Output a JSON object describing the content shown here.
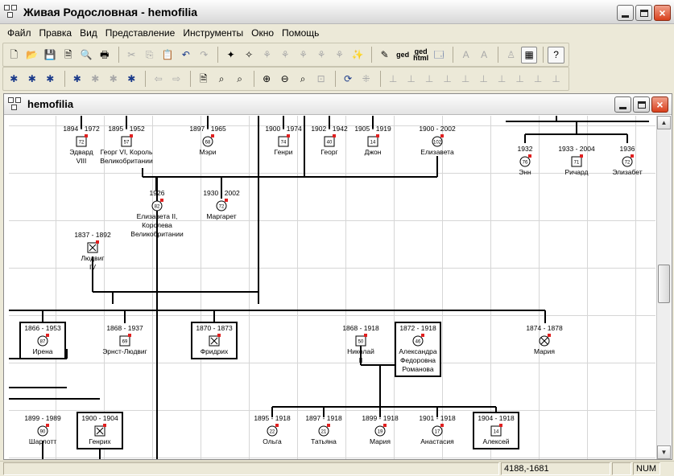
{
  "app": {
    "title": "Живая Родословная - hemofilia"
  },
  "menu": [
    "Файл",
    "Правка",
    "Вид",
    "Представление",
    "Инструменты",
    "Окно",
    "Помощь"
  ],
  "child": {
    "title": "hemofilia"
  },
  "status": {
    "coords": "4188,-1681",
    "num": "NUM"
  },
  "toolbar1": [
    {
      "name": "new-file-icon",
      "glyph": "🗋",
      "state": "normal"
    },
    {
      "name": "open-folder-icon",
      "glyph": "📂",
      "state": "normal"
    },
    {
      "name": "save-icon",
      "glyph": "💾",
      "state": "normal"
    },
    {
      "name": "document-icon",
      "glyph": "🗎",
      "state": "normal"
    },
    {
      "name": "print-preview-icon",
      "glyph": "🔍",
      "state": "normal"
    },
    {
      "name": "print-icon",
      "glyph": "🖶",
      "state": "normal"
    },
    {
      "sep": true
    },
    {
      "name": "cut-icon",
      "glyph": "✂",
      "state": "disabled"
    },
    {
      "name": "copy-icon",
      "glyph": "⎘",
      "state": "disabled"
    },
    {
      "name": "paste-icon",
      "glyph": "📋",
      "state": "normal"
    },
    {
      "name": "undo-icon",
      "glyph": "↶",
      "state": "active"
    },
    {
      "name": "redo-icon",
      "glyph": "↷",
      "state": "disabled"
    },
    {
      "sep": true
    },
    {
      "name": "new-person-icon",
      "glyph": "✦",
      "state": "normal"
    },
    {
      "name": "new-person-alt-icon",
      "glyph": "✧",
      "state": "normal"
    },
    {
      "name": "tree-tool-1-icon",
      "glyph": "⚘",
      "state": "disabled"
    },
    {
      "name": "tree-tool-2-icon",
      "glyph": "⚘",
      "state": "disabled"
    },
    {
      "name": "tree-tool-3-icon",
      "glyph": "⚘",
      "state": "disabled"
    },
    {
      "name": "tree-tool-4-icon",
      "glyph": "⚘",
      "state": "disabled"
    },
    {
      "name": "tree-tool-5-icon",
      "glyph": "⚘",
      "state": "disabled"
    },
    {
      "name": "magic-wand-icon",
      "glyph": "✨",
      "state": "normal"
    },
    {
      "sep": true
    },
    {
      "name": "edit-icon",
      "glyph": "✎",
      "state": "normal"
    },
    {
      "name": "ged-export-icon",
      "label": "ged",
      "state": "normal"
    },
    {
      "name": "ged-html-icon",
      "label": "ged\nhtml",
      "state": "normal"
    },
    {
      "name": "web-export-icon",
      "glyph": "🗔",
      "state": "active"
    },
    {
      "sep": true
    },
    {
      "name": "font-larger-icon",
      "glyph": "A",
      "state": "disabled"
    },
    {
      "name": "font-smaller-icon",
      "glyph": "A",
      "state": "disabled"
    },
    {
      "sep": true
    },
    {
      "name": "stamp-icon",
      "glyph": "♙",
      "state": "disabled"
    },
    {
      "name": "grid-icon",
      "glyph": "▦",
      "state": "boxed"
    },
    {
      "sep": true
    },
    {
      "name": "help-icon",
      "glyph": "?",
      "state": "boxed"
    }
  ],
  "toolbar2": [
    {
      "name": "person-tool-1-icon",
      "glyph": "✱",
      "state": "active"
    },
    {
      "name": "person-tool-2-icon",
      "glyph": "✱",
      "state": "active"
    },
    {
      "name": "person-tool-3-icon",
      "glyph": "✱",
      "state": "active"
    },
    {
      "sep": true
    },
    {
      "name": "person-tool-4-icon",
      "glyph": "✱",
      "state": "active"
    },
    {
      "name": "person-tool-5-icon",
      "glyph": "✱",
      "state": "disabled"
    },
    {
      "name": "person-tool-6-icon",
      "glyph": "✱",
      "state": "disabled"
    },
    {
      "name": "person-tool-7-icon",
      "glyph": "✱",
      "state": "active"
    },
    {
      "sep": true
    },
    {
      "name": "back-arrow-icon",
      "glyph": "⇦",
      "state": "disabled"
    },
    {
      "name": "forward-arrow-icon",
      "glyph": "⇨",
      "state": "disabled"
    },
    {
      "sep": true
    },
    {
      "name": "page-icon",
      "glyph": "🗎",
      "state": "normal"
    },
    {
      "name": "binoculars-icon",
      "glyph": "⌕",
      "state": "normal"
    },
    {
      "name": "find-replace-icon",
      "glyph": "⌕",
      "state": "normal"
    },
    {
      "sep": true
    },
    {
      "name": "zoom-in-icon",
      "glyph": "⊕",
      "state": "normal"
    },
    {
      "name": "zoom-out-icon",
      "glyph": "⊖",
      "state": "normal"
    },
    {
      "name": "zoom-icon",
      "glyph": "⌕",
      "state": "normal"
    },
    {
      "name": "zoom-fit-icon",
      "glyph": "⊡",
      "state": "disabled"
    },
    {
      "sep": true
    },
    {
      "name": "refresh-icon",
      "glyph": "⟳",
      "state": "active"
    },
    {
      "name": "layout-tool-icon",
      "glyph": "⁜",
      "state": "disabled"
    },
    {
      "sep": true
    },
    {
      "name": "layout-1-icon",
      "glyph": "⊥",
      "state": "disabled"
    },
    {
      "name": "layout-2-icon",
      "glyph": "⊥",
      "state": "disabled"
    },
    {
      "name": "layout-3-icon",
      "glyph": "⊥",
      "state": "disabled"
    },
    {
      "name": "layout-4-icon",
      "glyph": "⊥",
      "state": "disabled"
    },
    {
      "name": "layout-5-icon",
      "glyph": "⊥",
      "state": "disabled"
    },
    {
      "name": "layout-6-icon",
      "glyph": "⊥",
      "state": "disabled"
    },
    {
      "name": "layout-7-icon",
      "glyph": "⊥",
      "state": "disabled"
    },
    {
      "name": "layout-8-icon",
      "glyph": "⊥",
      "state": "disabled"
    },
    {
      "name": "layout-9-icon",
      "glyph": "⊥",
      "state": "disabled"
    },
    {
      "name": "layout-10-icon",
      "glyph": "⊥",
      "state": "disabled"
    }
  ],
  "tree": {
    "people": [
      {
        "id": "edward8",
        "dates": "1894 - 1972",
        "code": "72",
        "sex": "m",
        "name": [
          "Эдвард",
          "VIII"
        ]
      },
      {
        "id": "george6",
        "dates": "1895 - 1952",
        "code": "57",
        "sex": "m",
        "name": [
          "Георг VI, Король",
          "Великобритании"
        ]
      },
      {
        "id": "mary1897",
        "dates": "1897 - 1965",
        "code": "68",
        "sex": "f",
        "name": [
          "Мэри"
        ]
      },
      {
        "id": "henry1900",
        "dates": "1900 - 1974",
        "code": "74",
        "sex": "m",
        "name": [
          "Генри"
        ]
      },
      {
        "id": "george1902",
        "dates": "1902 - 1942",
        "code": "40",
        "sex": "m",
        "name": [
          "Георг"
        ]
      },
      {
        "id": "john1905",
        "dates": "1905 - 1919",
        "code": "14",
        "sex": "m",
        "name": [
          "Джон"
        ]
      },
      {
        "id": "elizabeth1900",
        "dates": "1900 - 2002",
        "code": "102",
        "sex": "f",
        "name": [
          "Елизавета"
        ]
      },
      {
        "id": "elizabeth2",
        "dates": "1926",
        "code": "82",
        "sex": "f",
        "name": [
          "Елизавета II,",
          "Королева",
          "Великобритании"
        ]
      },
      {
        "id": "margaret",
        "dates": "1930 - 2002",
        "code": "72",
        "sex": "f",
        "name": [
          "Маргарет"
        ]
      },
      {
        "id": "ann1932",
        "dates": "1932",
        "code": "76",
        "sex": "f",
        "name": [
          "Энн"
        ]
      },
      {
        "id": "richard",
        "dates": "1933 - 2004",
        "code": "71",
        "sex": "m",
        "name": [
          "Ричард"
        ]
      },
      {
        "id": "elizabeth1936",
        "dates": "1936",
        "code": "72",
        "sex": "f",
        "name": [
          "Элизабет"
        ]
      },
      {
        "id": "ludwig4",
        "dates": "1837 - 1892",
        "code": "",
        "sex": "m",
        "name": [
          "Людвиг",
          "IV"
        ]
      },
      {
        "id": "irene",
        "dates": "1866 - 1953",
        "code": "87",
        "sex": "f",
        "name": [
          "Ирена"
        ]
      },
      {
        "id": "ernst",
        "dates": "1868 - 1937",
        "code": "69",
        "sex": "m",
        "name": [
          "Эрнст-Людвиг"
        ]
      },
      {
        "id": "friedrich",
        "dates": "1870 - 1873",
        "code": "",
        "sex": "m",
        "name": [
          "Фридрих"
        ]
      },
      {
        "id": "nicholas2",
        "dates": "1868 - 1918",
        "code": "50",
        "sex": "m",
        "name": [
          "Николай",
          "II"
        ]
      },
      {
        "id": "alexandra",
        "dates": "1872 - 1918",
        "code": "46",
        "sex": "f",
        "name": [
          "Александра",
          "Федоровна",
          "Романова"
        ]
      },
      {
        "id": "maria1874",
        "dates": "1874 - 1878",
        "code": "",
        "sex": "f",
        "name": [
          "Мария"
        ]
      },
      {
        "id": "charlotte",
        "dates": "1899 - 1989",
        "code": "90",
        "sex": "f",
        "name": [
          "Шарлотт"
        ]
      },
      {
        "id": "heinrich",
        "dates": "1900 - 1904",
        "code": "",
        "sex": "m",
        "name": [
          "Генрих"
        ]
      },
      {
        "id": "olga",
        "dates": "1895 - 1918",
        "code": "22",
        "sex": "f",
        "name": [
          "Ольга"
        ]
      },
      {
        "id": "tatiana",
        "dates": "1897 - 1918",
        "code": "21",
        "sex": "f",
        "name": [
          "Татьяна"
        ]
      },
      {
        "id": "maria1899",
        "dates": "1899 - 1918",
        "code": "19",
        "sex": "f",
        "name": [
          "Мария"
        ]
      },
      {
        "id": "anastasia",
        "dates": "1901 - 1918",
        "code": "17",
        "sex": "f",
        "name": [
          "Анастасия"
        ]
      },
      {
        "id": "alexei",
        "dates": "1904 - 1918",
        "code": "14",
        "sex": "m",
        "name": [
          "Алексей"
        ]
      }
    ]
  }
}
